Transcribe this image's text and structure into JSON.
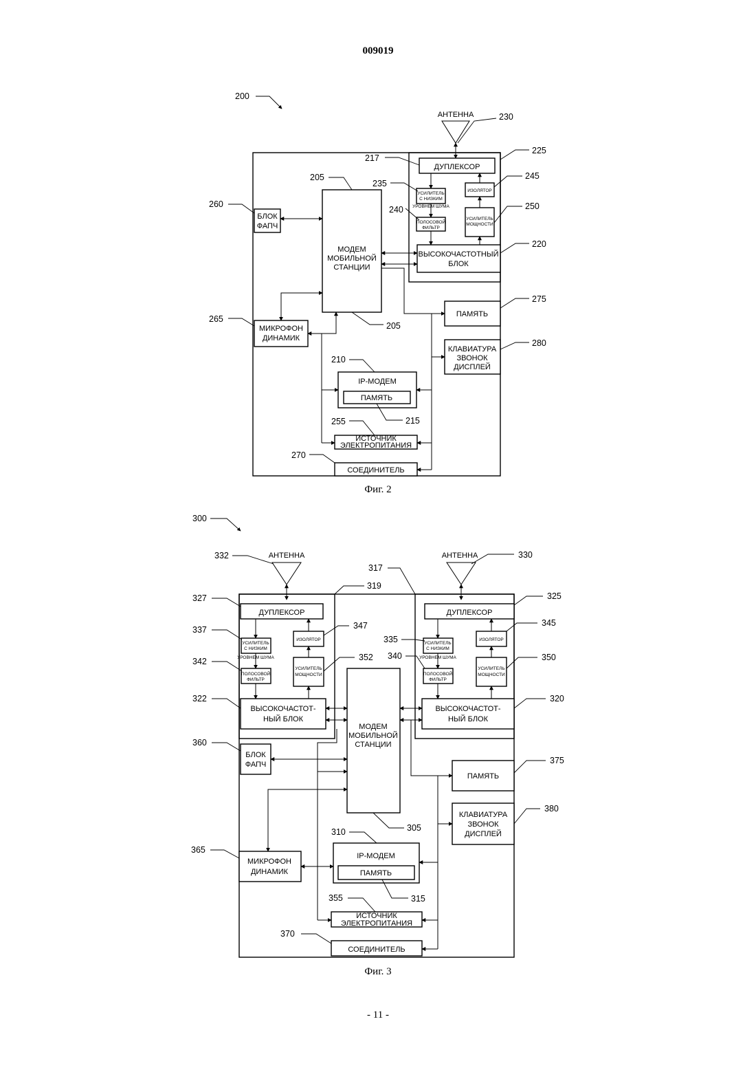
{
  "header": {
    "page_number": "009019"
  },
  "footer": {
    "page": "- 11 -"
  },
  "fig2": {
    "caption": "Фиг. 2",
    "refs": {
      "r200": "200",
      "r230": "230",
      "r225": "225",
      "r217": "217",
      "r205a": "205",
      "r235": "235",
      "r245": "245",
      "r240": "240",
      "r250": "250",
      "r260": "260",
      "r220": "220",
      "r275": "275",
      "r205b": "205",
      "r265": "265",
      "r280": "280",
      "r210": "210",
      "r215": "215",
      "r255": "255",
      "r270": "270"
    },
    "labels": {
      "antenna": "АНТЕННА",
      "duplexer": "ДУПЛЕКСОР",
      "isolator": "ИЗОЛЯТОР",
      "lna1": "УСИЛИТЕЛЬ",
      "lna2": "С НИЗКИМ",
      "lna3": "УРОВНЕМ ШУМА",
      "bpf1": "ПОЛОСОВОЙ",
      "bpf2": "ФИЛЬТР",
      "pa1": "УСИЛИТЕЛЬ",
      "pa2": "МОЩНОСТИ",
      "rf1": "ВЫСОКОЧАСТОТНЫЙ",
      "rf2": "БЛОК",
      "pll1": "БЛОК",
      "pll2": "ФАПЧ",
      "modem1": "МОДЕМ",
      "modem2": "МОБИЛЬНОЙ",
      "modem3": "СТАНЦИИ",
      "memory": "ПАМЯТЬ",
      "mic1": "МИКРОФОН",
      "mic2": "ДИНАМИК",
      "kbd1": "КЛАВИАТУРА",
      "kbd2": "ЗВОНОК",
      "kbd3": "ДИСПЛЕЙ",
      "ipmodem": "IP-МОДЕМ",
      "ipmemory": "ПАМЯТЬ",
      "power1": "ИСТОЧНИК",
      "power2": "ЭЛЕКТРОПИТАНИЯ",
      "connector": "СОЕДИНИТЕЛЬ"
    }
  },
  "fig3": {
    "caption": "Фиг. 3",
    "refs": {
      "r300": "300",
      "r332": "332",
      "r330": "330",
      "r317": "317",
      "r319": "319",
      "r327": "327",
      "r325": "325",
      "r337": "337",
      "r347": "347",
      "r335": "335",
      "r345": "345",
      "r342": "342",
      "r352": "352",
      "r340": "340",
      "r350": "350",
      "r322": "322",
      "r320": "320",
      "r360": "360",
      "r375": "375",
      "r380": "380",
      "r305": "305",
      "r310": "310",
      "r365": "365",
      "r315": "315",
      "r355": "355",
      "r370": "370"
    },
    "labels": {
      "antenna_left": "АНТЕННА",
      "antenna_right": "АНТЕННА",
      "duplexer_left": "ДУПЛЕКСОР",
      "duplexer_right": "ДУПЛЕКСОР",
      "isolator_left": "ИЗОЛЯТОР",
      "isolator_right": "ИЗОЛЯТОР",
      "lna1": "УСИЛИТЕЛЬ",
      "lna2": "С НИЗКИМ",
      "lna3": "УРОВНЕМ ШУМА",
      "bpf1": "ПОЛОСОВОЙ",
      "bpf2": "ФИЛЬТР",
      "pa1": "УСИЛИТЕЛЬ",
      "pa2": "МОЩНОСТИ",
      "rf1": "ВЫСОКОЧАСТОТ-",
      "rf2": "НЫЙ БЛОК",
      "modem1": "МОДЕМ",
      "modem2": "МОБИЛЬНОЙ",
      "modem3": "СТАНЦИИ",
      "pll1": "БЛОК",
      "pll2": "ФАПЧ",
      "memory": "ПАМЯТЬ",
      "kbd1": "КЛАВИАТУРА",
      "kbd2": "ЗВОНОК",
      "kbd3": "ДИСПЛЕЙ",
      "ipmodem": "IP-МОДЕМ",
      "ipmemory": "ПАМЯТЬ",
      "mic1": "МИКРОФОН",
      "mic2": "ДИНАМИК",
      "power1": "ИСТОЧНИК",
      "power2": "ЭЛЕКТРОПИТАНИЯ",
      "connector": "СОЕДИНИТЕЛЬ"
    }
  }
}
